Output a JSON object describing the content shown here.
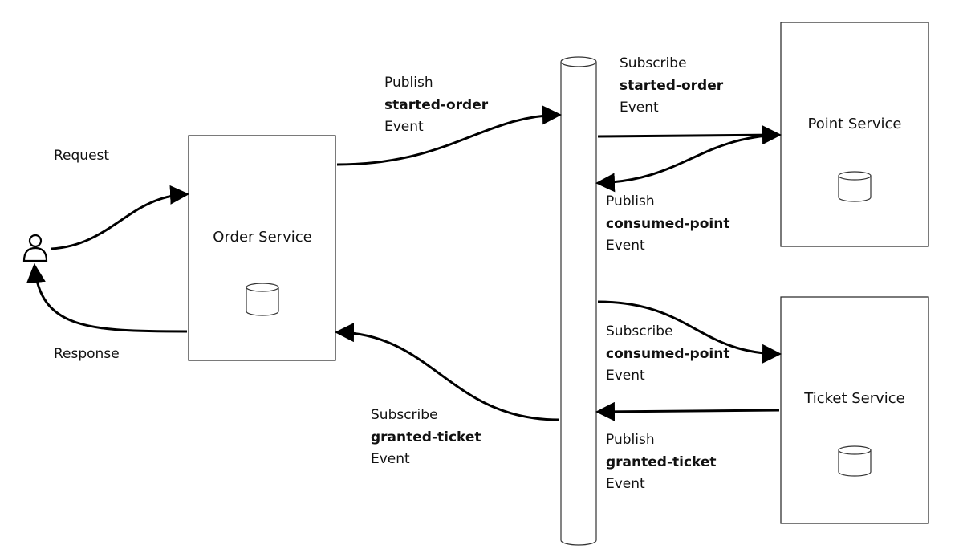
{
  "services": {
    "order": {
      "title": "Order Service"
    },
    "point": {
      "title": "Point Service"
    },
    "ticket": {
      "title": "Ticket Service"
    }
  },
  "client": {
    "request_label": "Request",
    "response_label": "Response"
  },
  "flows": {
    "order_publish": {
      "verb": "Publish",
      "event": "started-order",
      "suffix": "Event"
    },
    "point_subscribe": {
      "verb": "Subscribe",
      "event": "started-order",
      "suffix": "Event"
    },
    "point_publish": {
      "verb": "Publish",
      "event": "consumed-point",
      "suffix": "Event"
    },
    "ticket_subscribe": {
      "verb": "Subscribe",
      "event": "consumed-point",
      "suffix": "Event"
    },
    "ticket_publish": {
      "verb": "Publish",
      "event": "granted-ticket",
      "suffix": "Event"
    },
    "order_subscribe": {
      "verb": "Subscribe",
      "event": "granted-ticket",
      "suffix": "Event"
    }
  },
  "icons": {
    "user": "user-icon",
    "database": "database-icon",
    "event_bus": "event-bus-cylinder"
  }
}
